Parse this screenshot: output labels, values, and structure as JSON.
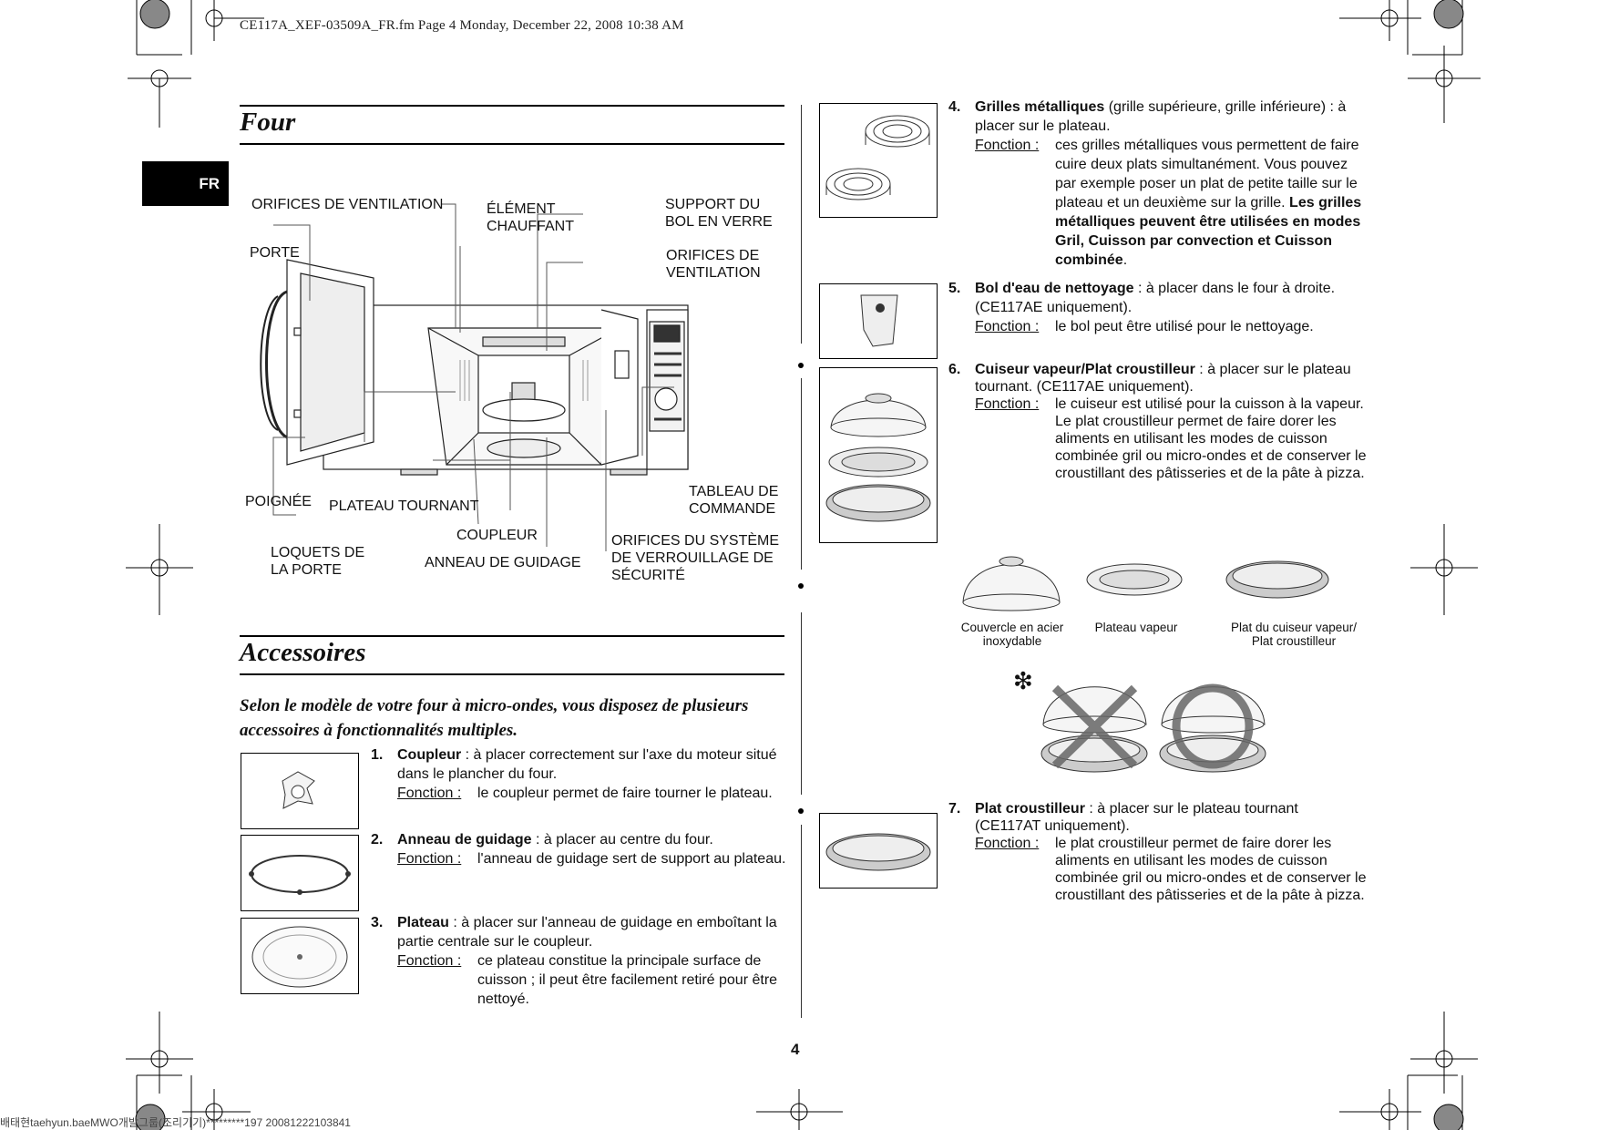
{
  "header": {
    "file_line": "CE117A_XEF-03509A_FR.fm  Page 4  Monday, December 22, 2008  10:38 AM",
    "lang_tab": "FR"
  },
  "four": {
    "title": "Four",
    "labels": {
      "vents_top": "ORIFICES DE VENTILATION",
      "heating_element": "ÉLÉMENT\nCHAUFFANT",
      "glass_tray_support": "SUPPORT DU\nBOL EN VERRE",
      "door": "PORTE",
      "vents_right": "ORIFICES DE\nVENTILATION",
      "handle": "POIGNÉE",
      "turntable": "PLATEAU TOURNANT",
      "control_panel": "TABLEAU DE\nCOMMANDE",
      "coupler": "COUPLEUR",
      "door_latches": "LOQUETS DE\nLA PORTE",
      "roller_ring": "ANNEAU DE GUIDAGE",
      "safety_holes": "ORIFICES DU SYSTÈME\nDE VERROUILLAGE DE\nSÉCURITÉ"
    }
  },
  "accessoires": {
    "title": "Accessoires",
    "intro": "Selon le modèle de votre four à micro-ondes, vous disposez de plusieurs accessoires à fonctionnalités multiples.",
    "function_label": "Fonction :",
    "items": [
      {
        "num": "1.",
        "name": "Coupleur",
        "desc": " : à placer correctement sur l'axe du moteur situé dans le plancher du four.",
        "function": "le coupleur permet de faire tourner le plateau."
      },
      {
        "num": "2.",
        "name": "Anneau de guidage",
        "desc": " : à placer au centre du four.",
        "function": "l'anneau de guidage sert de support au plateau."
      },
      {
        "num": "3.",
        "name": "Plateau",
        "desc": " : à placer sur l'anneau de guidage en emboîtant la partie centrale sur le coupleur.",
        "function": "ce plateau constitue la principale surface de cuisson ; il peut être facilement retiré pour être nettoyé."
      },
      {
        "num": "4.",
        "name": "Grilles métalliques",
        "desc": " (grille supérieure, grille inférieure) : à placer sur le plateau.",
        "function": "ces grilles métalliques vous permettent de faire cuire deux plats simultanément. Vous pouvez par exemple poser un plat de petite taille sur le plateau et un deuxième sur la grille.",
        "function_bold": "Les grilles métalliques peuvent être utilisées en modes Gril, Cuisson par convection et Cuisson combinée",
        "function_end": "."
      },
      {
        "num": "5.",
        "name": "Bol d'eau de nettoyage",
        "desc": " : à placer dans le four à droite. (CE117AE uniquement).",
        "function": "le bol peut être utilisé pour le nettoyage."
      },
      {
        "num": "6.",
        "name": "Cuiseur vapeur/Plat croustilleur",
        "desc": "  : à placer sur le plateau tournant. (CE117AE uniquement).",
        "function": "le cuiseur est utilisé pour la cuisson à la vapeur.",
        "function2": "Le plat croustilleur permet de faire dorer les aliments en utilisant les modes de cuisson combinée gril ou micro-ondes et de conserver le croustillant des pâtisseries et de la pâte à pizza."
      },
      {
        "num": "7.",
        "name": "Plat croustilleur",
        "desc": " : à placer sur le plateau tournant (CE117AT uniquement).",
        "function": "le plat croustilleur permet de faire dorer les aliments en utilisant les modes de cuisson combinée gril ou micro-ondes et de conserver le croustillant des pâtisseries et de la pâte à pizza."
      }
    ],
    "captions": {
      "lid": "Couvercle en acier\ninoxydable",
      "steam_plate": "Plateau vapeur",
      "crusty_plate": "Plat du cuiseur vapeur/\nPlat croustilleur"
    },
    "note_symbol": "❇"
  },
  "page_number": "4",
  "footer": "배태현taehyun.baeMWO개발그룹(조리기기)*********197 20081222103841"
}
